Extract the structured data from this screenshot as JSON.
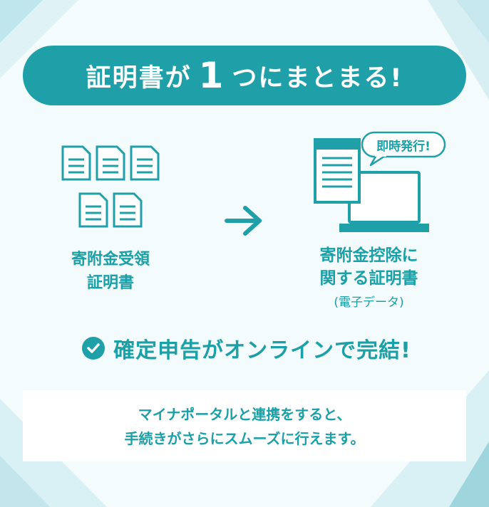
{
  "banner": {
    "pre": "証明書が",
    "num": "1",
    "post": "つにまとまる!"
  },
  "left": {
    "line1": "寄附金受領",
    "line2": "証明書"
  },
  "right": {
    "line1": "寄附金控除に",
    "line2": "関する証明書",
    "sub": "(電子データ)",
    "bubble": "即時発行!"
  },
  "complete": {
    "text": "確定申告がオンラインで完結!"
  },
  "info": {
    "line1": "マイナポータルと連携をすると、",
    "line2": "手続きがさらにスムーズに行えます。"
  },
  "colors": {
    "accent": "#1fa0a8",
    "text": "#1aa0a6",
    "background": "#f3fbfc"
  },
  "icons": [
    "document-icon",
    "arrow-right-icon",
    "laptop-document-icon",
    "speech-bubble-icon",
    "check-circle-icon"
  ]
}
